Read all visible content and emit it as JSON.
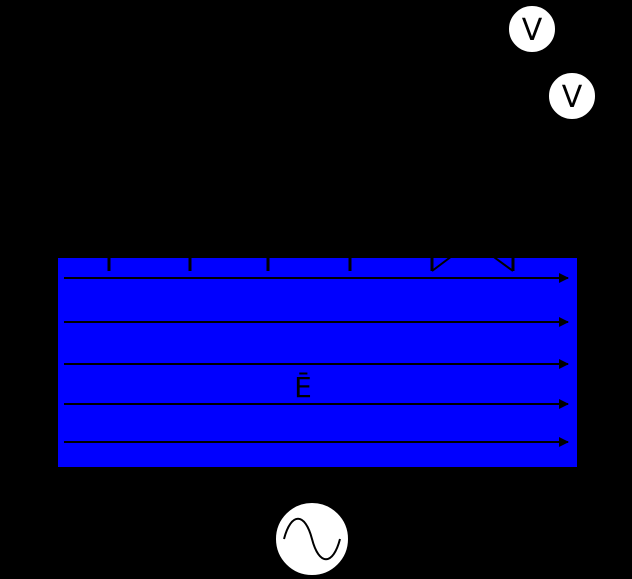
{
  "colors": {
    "background": "#000000",
    "field_region": "#0000ff",
    "line": "#000000",
    "meter_fill": "#ffffff"
  },
  "voltmeter_1": {
    "label": "V",
    "icon": "voltmeter-icon"
  },
  "voltmeter_2": {
    "label": "V",
    "icon": "voltmeter-icon"
  },
  "field": {
    "label": "Ē",
    "line_count": 5,
    "direction": "right"
  },
  "source": {
    "icon": "ac-source-icon"
  },
  "probes": {
    "count": 6
  }
}
